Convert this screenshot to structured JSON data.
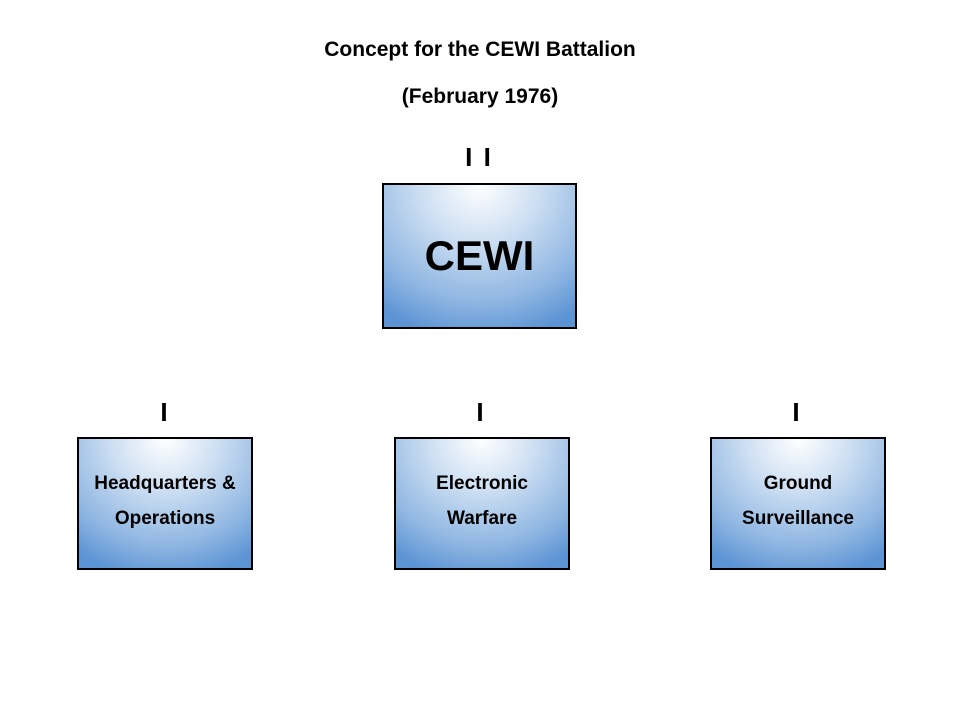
{
  "title": "Concept for the CEWI Battalion",
  "subtitle": "(February 1976)",
  "top_unit": {
    "echelon": "I I",
    "label": "CEWI"
  },
  "sub_units": [
    {
      "echelon": "I",
      "line1": "Headquarters &",
      "line2": "Operations"
    },
    {
      "echelon": "I",
      "line1": "Electronic",
      "line2": "Warfare"
    },
    {
      "echelon": "I",
      "line1": "Ground",
      "line2": "Surveillance"
    }
  ],
  "colors": {
    "box_gradient_light": "#ffffff",
    "box_gradient_dark": "#5b93d4",
    "border": "#000000"
  }
}
